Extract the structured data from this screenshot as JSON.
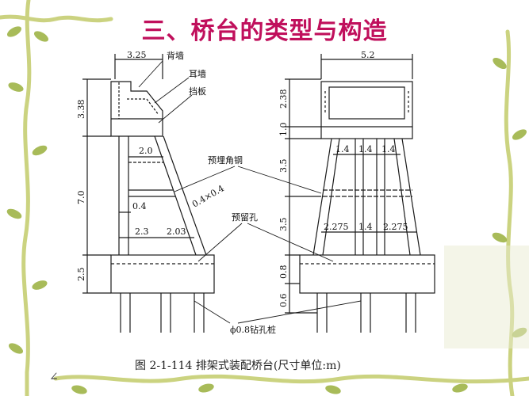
{
  "slide": {
    "title": "三、桥台的类型与构造",
    "caption": "图 2-1-114   排架式装配桥台(尺寸单位:m)",
    "bottom_mark": "∠"
  },
  "left_view": {
    "top_dim": "3.25",
    "labels": {
      "back_wall": "背墙",
      "ear_wall": "耳墙",
      "retaining_plate": "挡板"
    },
    "vertical_dims": [
      "3.38",
      "7.0",
      "2.5"
    ],
    "horizontal_dims": [
      "2.0",
      "0.4",
      "2.3",
      "2.03"
    ],
    "brace_label": "0.4×0.4"
  },
  "right_view": {
    "top_dim": "5.2",
    "vertical_dims": [
      "2.38",
      "1.0",
      "3.5",
      "3.5",
      "0.8",
      "0.6"
    ],
    "upper_spacing": [
      "1.4",
      "1.4",
      "1.4"
    ],
    "lower_spacing": [
      "2.275",
      "1.4",
      "2.275"
    ]
  },
  "callouts": {
    "embedded_angle_steel": "预埋角钢",
    "reserved_hole": "预留孔",
    "bored_pile": "ϕ0.8钻孔桩"
  },
  "colors": {
    "title": "#c0105c",
    "frame_vine": "#b9c25a",
    "leaf": "#8fa63a",
    "line": "#1a1a1a"
  }
}
